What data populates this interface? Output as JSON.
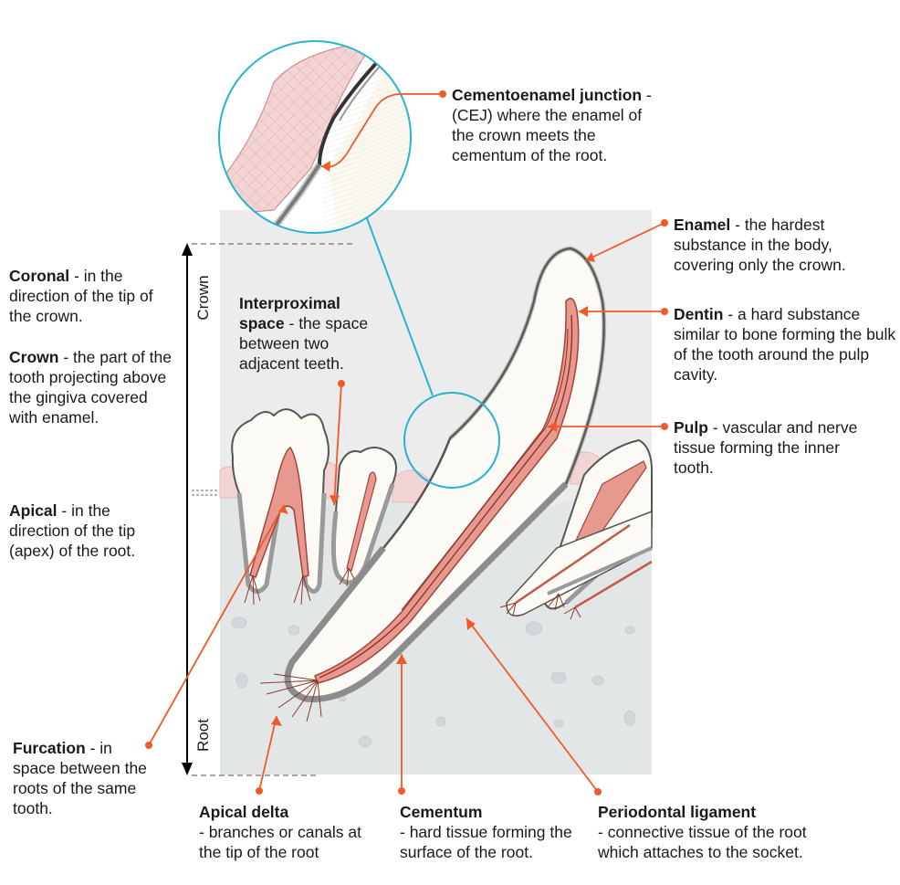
{
  "axis": {
    "crown": "Crown",
    "root": "Root"
  },
  "labels": {
    "cej": {
      "term": "Cementoenamel junction",
      "desc": "- (CEJ) where the enamel of the crown meets the cementum of the root."
    },
    "enamel": {
      "term": "Enamel",
      "desc": "- the hardest substance in the body, covering only the crown."
    },
    "dentin": {
      "term": "Dentin",
      "desc": "- a hard substance similar to bone forming the bulk of the tooth around the pulp cavity."
    },
    "pulp": {
      "term": "Pulp",
      "desc": "- vascular and nerve tissue forming the inner tooth."
    },
    "coronal": {
      "term": "Coronal",
      "desc": "- in the direction of the tip of the crown."
    },
    "crown": {
      "term": "Crown",
      "desc": "- the part of the tooth projecting above the gingiva covered with enamel."
    },
    "apical": {
      "term": "Apical",
      "desc": "- in the direction of the tip (apex) of the root."
    },
    "interprox": {
      "term": "Interproximal space",
      "desc": "- the space between two adjacent teeth."
    },
    "furcation": {
      "term": "Furcation",
      "desc": "- in space between the roots of the same tooth."
    },
    "apicaldelta": {
      "term": "Apical delta",
      "desc": "- branches or canals at the tip of the root"
    },
    "cementum": {
      "term": "Cementum",
      "desc": "- hard tissue forming the surface of the root."
    },
    "pdl": {
      "term": "Periodontal ligament",
      "desc": "- connective tissue of the root which attaches to the socket."
    }
  },
  "colors": {
    "accent": "#f05a28",
    "zoom": "#29b3d2",
    "bone": "#e8eaeb",
    "panel": "#ececec",
    "pulp": "#e8998f",
    "gum": "#f3cfcf"
  }
}
